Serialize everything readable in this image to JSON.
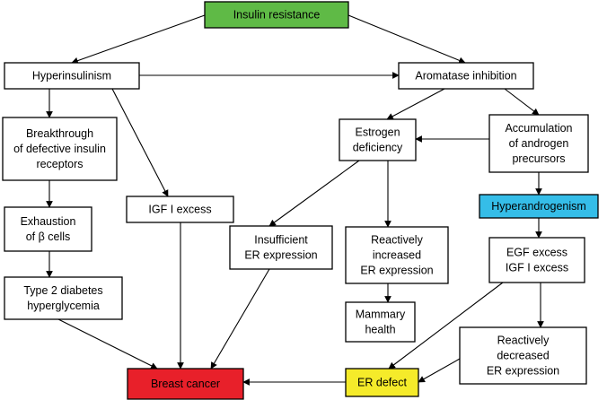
{
  "colors": {
    "start": "#5fba46",
    "outcome": "#e8202a",
    "hormone": "#35bde8",
    "defect": "#f5eb2a",
    "default": "#ffffff",
    "line": "#000000"
  },
  "nodes": {
    "insulin_resistance": {
      "lines": [
        "Insulin resistance"
      ],
      "fill": "start"
    },
    "hyperinsulinism": {
      "lines": [
        "Hyperinsulinism"
      ],
      "fill": "default"
    },
    "aromatase_inhibition": {
      "lines": [
        "Aromatase inhibition"
      ],
      "fill": "default"
    },
    "breakthrough": {
      "lines": [
        "Breakthrough",
        "of defective insulin",
        "receptors"
      ],
      "fill": "default"
    },
    "estrogen_deficiency": {
      "lines": [
        "Estrogen",
        "deficiency"
      ],
      "fill": "default"
    },
    "accumulation": {
      "lines": [
        "Accumulation",
        "of androgen",
        "precursors"
      ],
      "fill": "default"
    },
    "exhaustion": {
      "lines": [
        "Exhaustion",
        "of β cells"
      ],
      "fill": "default"
    },
    "igf_excess": {
      "lines": [
        "IGF I excess"
      ],
      "fill": "default"
    },
    "hyperandrogenism": {
      "lines": [
        "Hyperandrogenism"
      ],
      "fill": "hormone"
    },
    "insufficient_er": {
      "lines": [
        "Insufficient",
        "ER expression"
      ],
      "fill": "default"
    },
    "reactively_increased": {
      "lines": [
        "Reactively",
        "increased",
        "ER expression"
      ],
      "fill": "default"
    },
    "egf_igf_excess": {
      "lines": [
        "EGF excess",
        "IGF I excess"
      ],
      "fill": "default"
    },
    "type2_diabetes": {
      "lines": [
        "Type 2 diabetes",
        "hyperglycemia"
      ],
      "fill": "default"
    },
    "mammary_health": {
      "lines": [
        "Mammary",
        "health"
      ],
      "fill": "default"
    },
    "reactively_decreased": {
      "lines": [
        "Reactively",
        "decreased",
        "ER expression"
      ],
      "fill": "default"
    },
    "breast_cancer": {
      "lines": [
        "Breast cancer"
      ],
      "fill": "outcome"
    },
    "er_defect": {
      "lines": [
        "ER defect"
      ],
      "fill": "defect"
    }
  },
  "edges": [
    [
      "insulin_resistance",
      "hyperinsulinism"
    ],
    [
      "insulin_resistance",
      "aromatase_inhibition"
    ],
    [
      "hyperinsulinism",
      "aromatase_inhibition"
    ],
    [
      "hyperinsulinism",
      "breakthrough"
    ],
    [
      "hyperinsulinism",
      "igf_excess"
    ],
    [
      "aromatase_inhibition",
      "estrogen_deficiency"
    ],
    [
      "aromatase_inhibition",
      "accumulation"
    ],
    [
      "accumulation",
      "estrogen_deficiency"
    ],
    [
      "breakthrough",
      "exhaustion"
    ],
    [
      "exhaustion",
      "type2_diabetes"
    ],
    [
      "type2_diabetes",
      "breast_cancer"
    ],
    [
      "igf_excess",
      "breast_cancer"
    ],
    [
      "estrogen_deficiency",
      "insufficient_er"
    ],
    [
      "estrogen_deficiency",
      "reactively_increased"
    ],
    [
      "reactively_increased",
      "mammary_health"
    ],
    [
      "insufficient_er",
      "breast_cancer"
    ],
    [
      "accumulation",
      "hyperandrogenism"
    ],
    [
      "hyperandrogenism",
      "egf_igf_excess"
    ],
    [
      "egf_igf_excess",
      "er_defect"
    ],
    [
      "egf_igf_excess",
      "reactively_decreased"
    ],
    [
      "reactively_decreased",
      "er_defect"
    ],
    [
      "er_defect",
      "breast_cancer"
    ]
  ]
}
